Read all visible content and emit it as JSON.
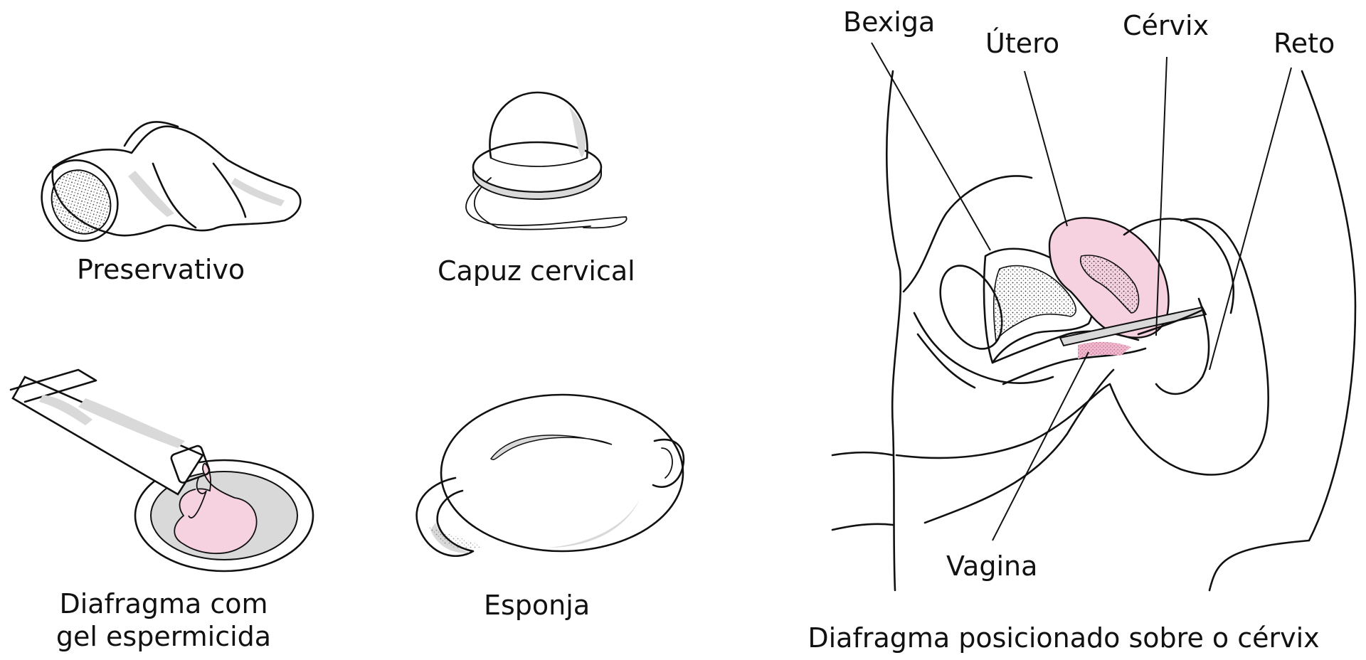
{
  "figures": {
    "condom": {
      "label": "Preservativo"
    },
    "cervical_cap": {
      "label": "Capuz cervical"
    },
    "diaphragm_gel": {
      "label_line1": "Diafragma com",
      "label_line2": "gel espermicida"
    },
    "sponge": {
      "label": "Esponja"
    },
    "anatomy": {
      "caption": "Diafragma posicionado sobre o cérvix",
      "callouts": {
        "bladder": "Bexiga",
        "uterus": "Útero",
        "cervix": "Cérvix",
        "rectum": "Reto",
        "vagina": "Vagina"
      }
    }
  },
  "colors": {
    "outline": "#111111",
    "shade": "#d9d9d9",
    "pink_fill": "#f6d1df",
    "pink_dark": "#e5a0bd",
    "background": "#ffffff"
  }
}
